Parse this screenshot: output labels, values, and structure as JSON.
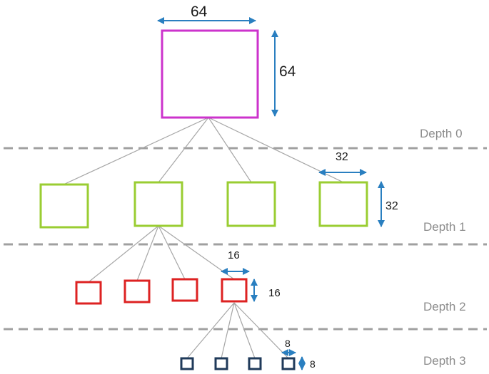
{
  "depth_labels": [
    "Depth 0",
    "Depth 1",
    "Depth 2",
    "Depth 3"
  ],
  "dimensions": {
    "root_width": "64",
    "root_height": "64",
    "depth1_width": "32",
    "depth1_height": "32",
    "depth2_width": "16",
    "depth2_height": "16",
    "depth3_width": "8",
    "depth3_height": "8"
  },
  "colors": {
    "root": "#cc33cc",
    "depth1": "#9acd32",
    "depth2": "#dd2222",
    "depth3": "#1f3a5a",
    "arrows": "#2a7fc0",
    "divider": "#a0a0a0",
    "connector": "#a6a6a6"
  }
}
